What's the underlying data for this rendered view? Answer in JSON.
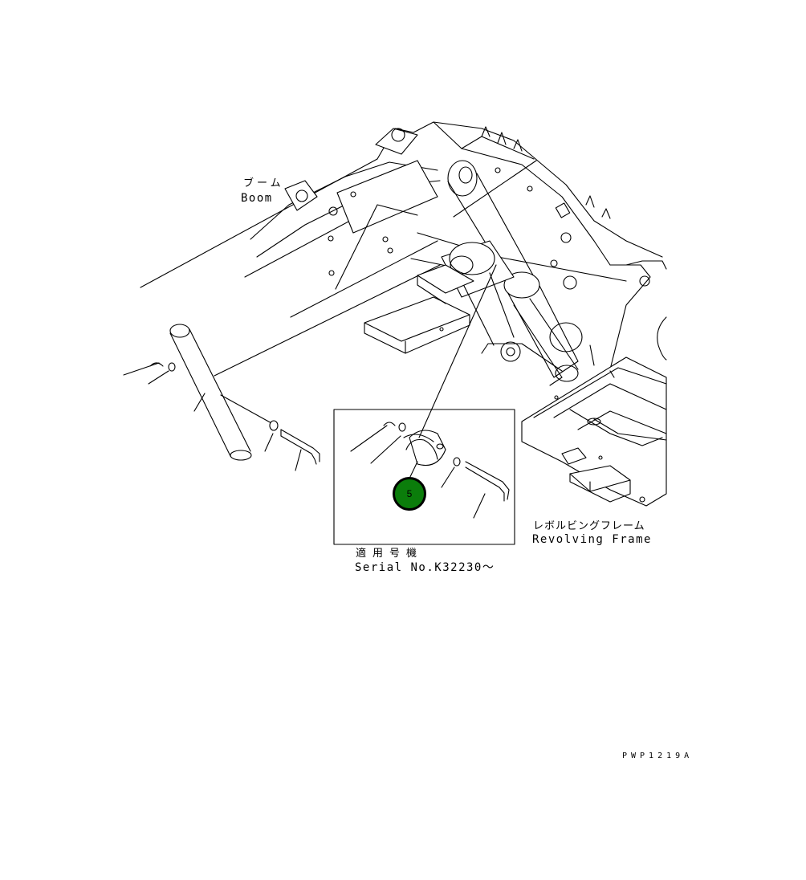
{
  "labels": {
    "boom_jp": "ブーム",
    "boom_en": "Boom",
    "frame_jp": "レボルビングフレーム",
    "frame_en": "Revolving Frame",
    "serial_jp": "適用号機",
    "serial_en": "Serial No.K32230～",
    "drawing_code": "PWP1219A"
  },
  "callout": {
    "number": "5",
    "color": "#0b7d0b"
  },
  "icons": [
    "boom-pin-part",
    "shim-part",
    "bolt-part",
    "collar-part"
  ]
}
